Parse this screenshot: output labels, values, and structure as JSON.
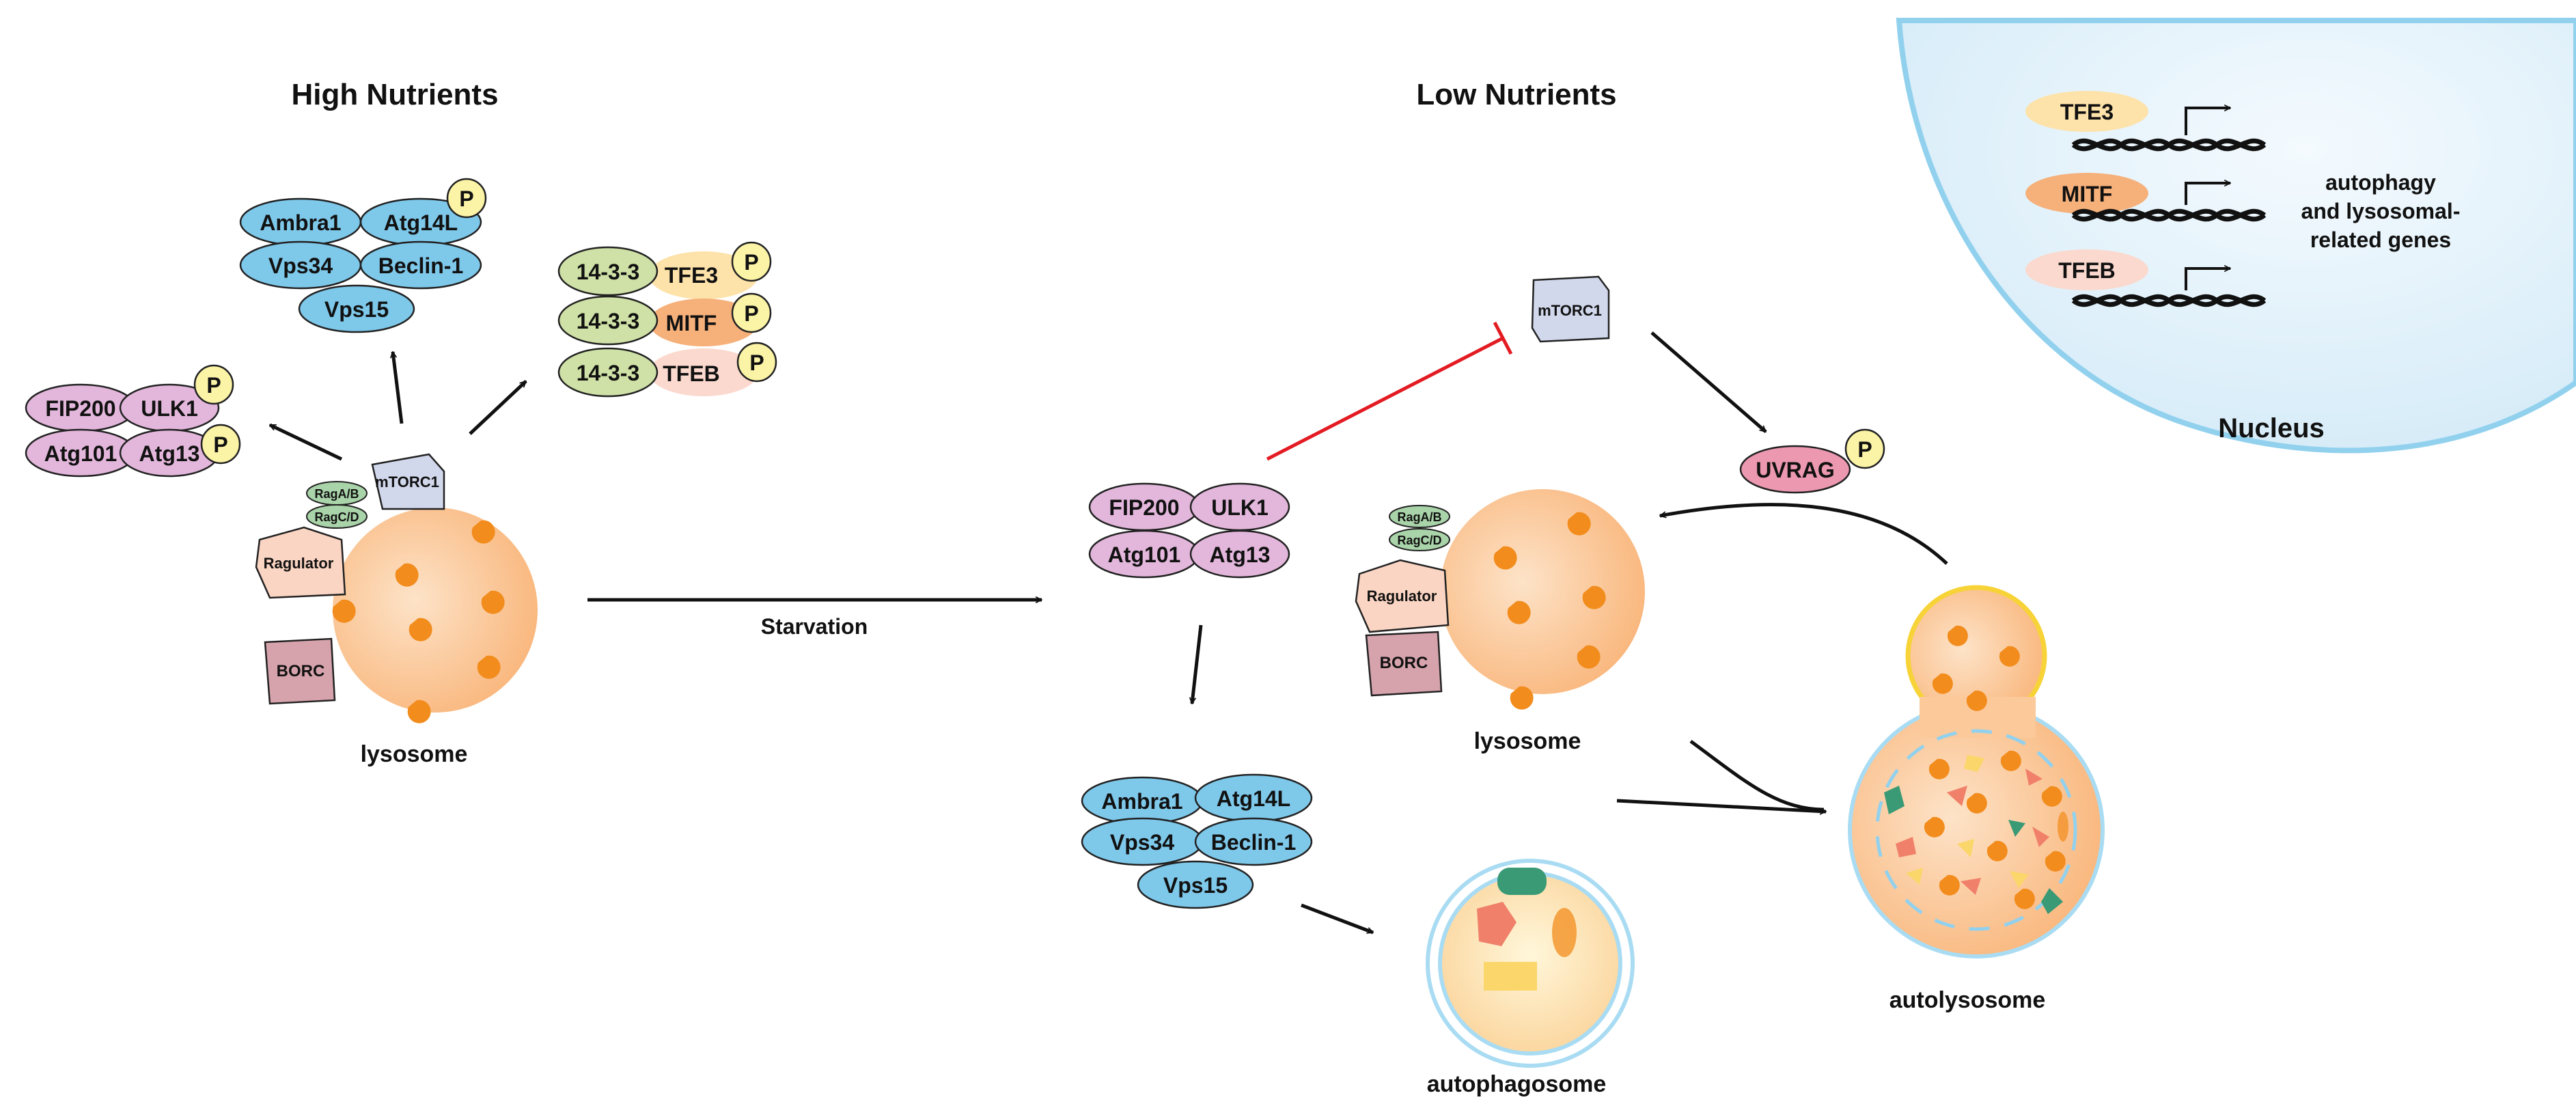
{
  "headings": {
    "high": "High Nutrients",
    "low": "Low Nutrients",
    "nucleus": "Nucleus"
  },
  "arrow_labels": {
    "starvation": "Starvation"
  },
  "labels": {
    "lysosome_left": "lysosome",
    "lysosome_right": "lysosome",
    "autophagosome": "autophagosome",
    "autolysosome": "autolysosome"
  },
  "proteins": {
    "mtorc1": "mTORC1",
    "raga_b": "RagA/B",
    "ragc_d": "RagC/D",
    "ragulator": "Ragulator",
    "borc": "BORC",
    "uvrag": "UVRAG",
    "p": "P",
    "ulk_complex": {
      "fip200": "FIP200",
      "ulk1": "ULK1",
      "atg101": "Atg101",
      "atg13": "Atg13"
    },
    "vps_complex": {
      "ambra1": "Ambra1",
      "atg14l": "Atg14L",
      "vps34": "Vps34",
      "beclin1": "Beclin-1",
      "vps15": "Vps15"
    },
    "tf_complex": {
      "p1433": "14-3-3",
      "tfe3": "TFE3",
      "mitf": "MITF",
      "tfeb": "TFEB"
    }
  },
  "nucleus_genes": {
    "tfs": [
      "TFE3",
      "MITF",
      "TFEB"
    ],
    "genes_text": [
      "autophagy",
      "and lysosomal-",
      "related genes"
    ]
  },
  "colors": {
    "lysosome": "#fbc99a",
    "lysosome_dot": "#f28c1c",
    "mtorc1": "#d2d8ec",
    "rag": "#a9d3a9",
    "ragulator": "#fbd5c3",
    "borc": "#d6a3ac",
    "ulk": "#e3b7dc",
    "vps": "#7ec8ea",
    "p": "#fbf3a6",
    "p1433": "#cfe1a6",
    "tfe3": "#fde2a9",
    "mitf": "#f6b07a",
    "tfeb": "#fbd9ce",
    "uvrag": "#ec98b0",
    "nucleus": "#e6f3fb",
    "nucleus_border": "#92d1ee",
    "inhibit": "#e31b23"
  }
}
